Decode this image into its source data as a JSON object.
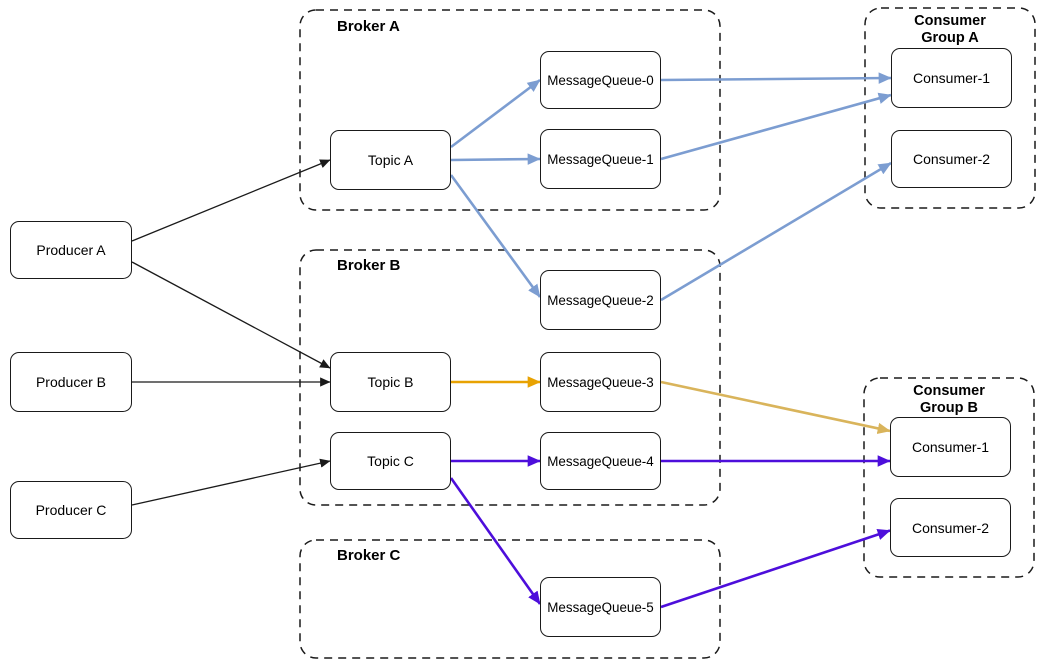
{
  "producers": [
    {
      "label": "Producer A"
    },
    {
      "label": "Producer B"
    },
    {
      "label": "Producer C"
    }
  ],
  "brokers": [
    {
      "label": "Broker A"
    },
    {
      "label": "Broker B"
    },
    {
      "label": "Broker C"
    }
  ],
  "topics": [
    {
      "label": "Topic A"
    },
    {
      "label": "Topic B"
    },
    {
      "label": "Topic C"
    }
  ],
  "queues": [
    "MessageQueue-0",
    "MessageQueue-1",
    "MessageQueue-2",
    "MessageQueue-3",
    "MessageQueue-4",
    "MessageQueue-5"
  ],
  "consumer_groups": [
    {
      "title_line1": "Consumer",
      "title_line2": "Group A",
      "consumers": [
        "Consumer-1",
        "Consumer-2"
      ]
    },
    {
      "title_line1": "Consumer",
      "title_line2": "Group B",
      "consumers": [
        "Consumer-1",
        "Consumer-2"
      ]
    }
  ],
  "colors": {
    "black": "#1a1a1a",
    "blue": "#7C9DD1",
    "orange": "#E8A202",
    "gold": "#D9B45B",
    "purple": "#4D0EDB"
  },
  "edges": [
    {
      "from": "producer-a",
      "to": "topic-a",
      "color": "black"
    },
    {
      "from": "producer-a",
      "to": "topic-b",
      "color": "black"
    },
    {
      "from": "producer-b",
      "to": "topic-b",
      "color": "black"
    },
    {
      "from": "producer-c",
      "to": "topic-c",
      "color": "black"
    },
    {
      "from": "topic-a",
      "to": "mq-0",
      "color": "blue"
    },
    {
      "from": "topic-a",
      "to": "mq-1",
      "color": "blue"
    },
    {
      "from": "topic-a",
      "to": "mq-2",
      "color": "blue"
    },
    {
      "from": "mq-0",
      "to": "consumer-a-1",
      "color": "blue"
    },
    {
      "from": "mq-1",
      "to": "consumer-a-1",
      "color": "blue"
    },
    {
      "from": "mq-2",
      "to": "consumer-a-2",
      "color": "blue"
    },
    {
      "from": "topic-b",
      "to": "mq-3",
      "color": "orange"
    },
    {
      "from": "mq-3",
      "to": "consumer-b-1",
      "color": "gold"
    },
    {
      "from": "topic-c",
      "to": "mq-4",
      "color": "purple"
    },
    {
      "from": "topic-c",
      "to": "mq-5",
      "color": "purple"
    },
    {
      "from": "mq-4",
      "to": "consumer-b-1",
      "color": "purple"
    },
    {
      "from": "mq-5",
      "to": "consumer-b-2",
      "color": "purple"
    }
  ]
}
